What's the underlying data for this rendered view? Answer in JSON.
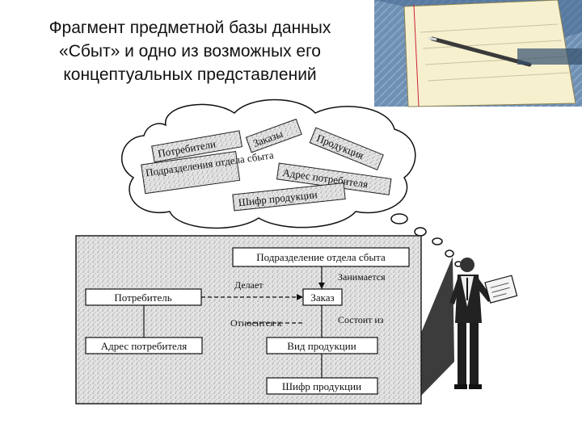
{
  "title": {
    "line1": "Фрагмент предметной базы данных",
    "line2": "«Сбыт» и одно из возможных его",
    "line3": "концептуальных представлений"
  },
  "cloud": {
    "items": [
      "Потребители",
      "Заказы",
      "Продукция",
      "Подразделения отдела сбыта",
      "Адрес потребителя",
      "Шифр продукции"
    ]
  },
  "diagram": {
    "boxes": {
      "department": "Подразделение отдела сбыта",
      "consumer": "Потребитель",
      "order": "Заказ",
      "consumer_address": "Адрес потребителя",
      "product_type": "Вид продукции",
      "product_code": "Шифр продукции"
    },
    "relations": {
      "makes": "Делает",
      "handles": "Занимается",
      "relates_to": "Относится к",
      "consists_of": "Состоит из"
    }
  }
}
